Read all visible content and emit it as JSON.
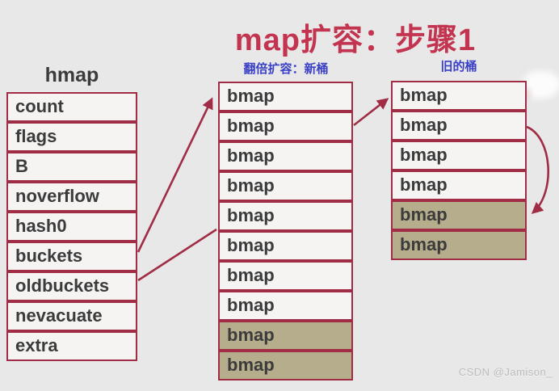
{
  "title": "map扩容：步骤1",
  "hmap": {
    "title": "hmap",
    "fields": [
      "count",
      "flags",
      "B",
      "noverflow",
      "hash0",
      "buckets",
      "oldbuckets",
      "nevacuate",
      "extra"
    ]
  },
  "new_buckets": {
    "label": "翻倍扩容：新桶",
    "cells": [
      {
        "label": "bmap",
        "highlighted": false
      },
      {
        "label": "bmap",
        "highlighted": false
      },
      {
        "label": "bmap",
        "highlighted": false
      },
      {
        "label": "bmap",
        "highlighted": false
      },
      {
        "label": "bmap",
        "highlighted": false
      },
      {
        "label": "bmap",
        "highlighted": false
      },
      {
        "label": "bmap",
        "highlighted": false
      },
      {
        "label": "bmap",
        "highlighted": false
      },
      {
        "label": "bmap",
        "highlighted": true
      },
      {
        "label": "bmap",
        "highlighted": true
      }
    ]
  },
  "old_buckets": {
    "label": "旧的桶",
    "cells": [
      {
        "label": "bmap",
        "highlighted": false
      },
      {
        "label": "bmap",
        "highlighted": false
      },
      {
        "label": "bmap",
        "highlighted": false
      },
      {
        "label": "bmap",
        "highlighted": false
      },
      {
        "label": "bmap",
        "highlighted": true
      },
      {
        "label": "bmap",
        "highlighted": true
      }
    ]
  },
  "arrows": [
    {
      "name": "buckets-to-new-buckets",
      "from": "hmap.buckets",
      "to": "new_buckets.cell_1"
    },
    {
      "name": "oldbuckets-link",
      "from": "hmap.oldbuckets",
      "to": "new_buckets.left_edge"
    },
    {
      "name": "link-to-old-buckets",
      "from": "new_buckets.right_edge",
      "to": "old_buckets.cell_1"
    },
    {
      "name": "old-buckets-evacuate-curve",
      "from": "old_buckets.cell_2",
      "to": "old_buckets.cell_5"
    }
  ],
  "watermark": "CSDN @Jamison_",
  "colors": {
    "background": "#e9e8e8",
    "box_border": "#a02c45",
    "title_red": "#c2344f",
    "label_blue": "#3a40c6",
    "cell_fill": "#f5f4f3",
    "highlight_tan": "#b5ad8c",
    "text_dark": "#3b3b3b"
  }
}
